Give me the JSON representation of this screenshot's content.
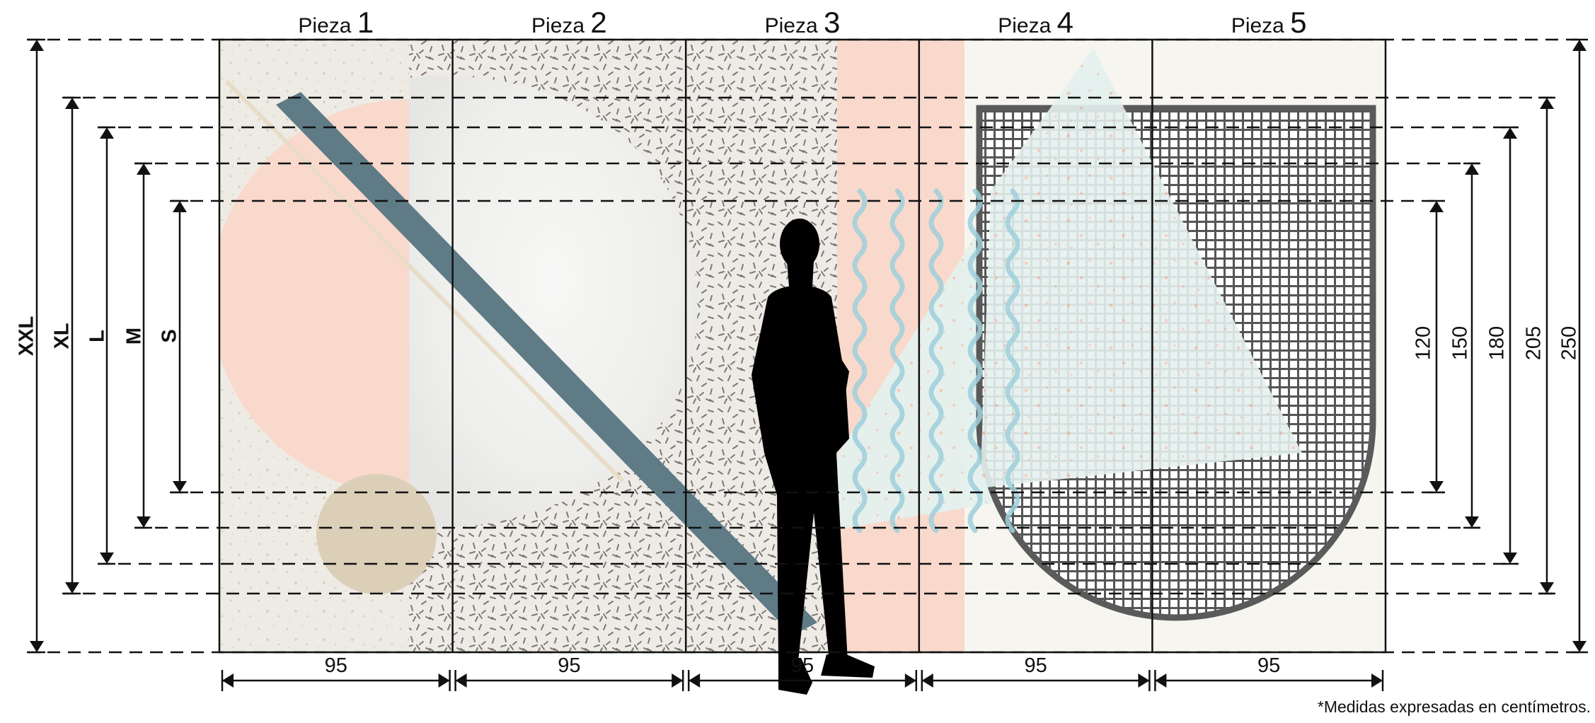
{
  "pieces": [
    {
      "prefix": "Pieza",
      "number": "1"
    },
    {
      "prefix": "Pieza",
      "number": "2"
    },
    {
      "prefix": "Pieza",
      "number": "3"
    },
    {
      "prefix": "Pieza",
      "number": "4"
    },
    {
      "prefix": "Pieza",
      "number": "5"
    }
  ],
  "piece_width_cm": [
    "95",
    "95",
    "95",
    "95",
    "95"
  ],
  "sizes": [
    {
      "name": "XXL",
      "height_cm": "250"
    },
    {
      "name": "XL",
      "height_cm": "205"
    },
    {
      "name": "L",
      "height_cm": "180"
    },
    {
      "name": "M",
      "height_cm": "150"
    },
    {
      "name": "S",
      "height_cm": "120"
    }
  ],
  "footnote": "*Medidas expresadas en centímetros.",
  "colors": {
    "peach": "#f9d9cc",
    "slate_blue": "#5e7b86",
    "mint": "#e4f1ee",
    "wave_blue": "#9fd0dc",
    "beige": "#dccfb8",
    "grid_dark": "#555555",
    "silhouette": "#000000"
  }
}
